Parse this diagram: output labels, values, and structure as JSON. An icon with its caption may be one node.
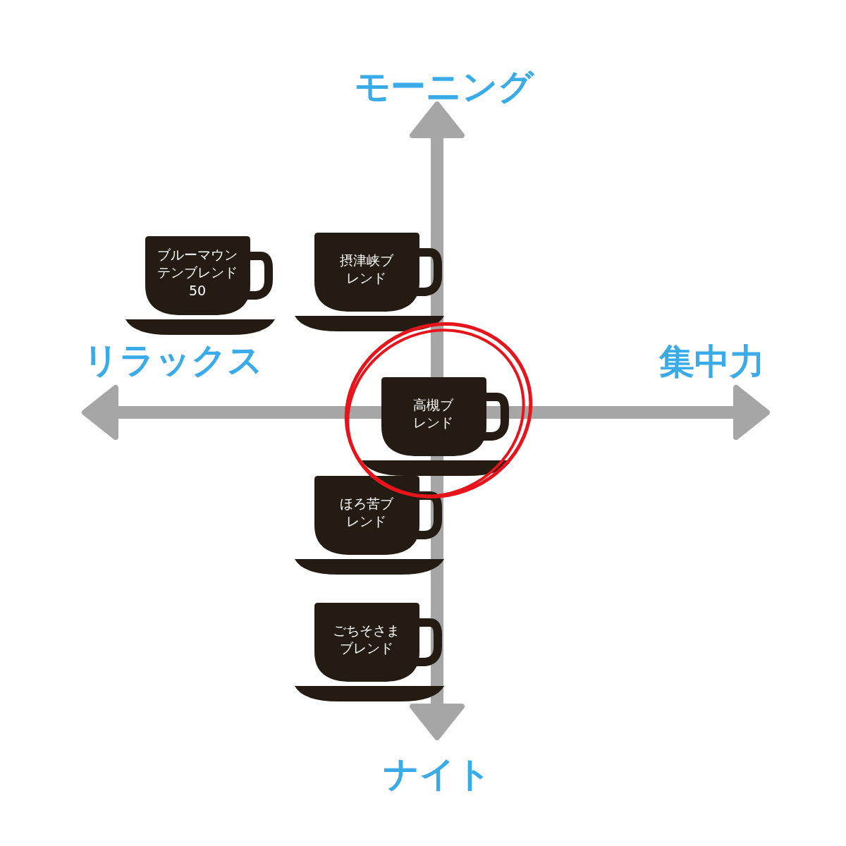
{
  "diagram": {
    "nodes": [
      {
        "text": [
          "ブルーマウンテンブレンド50"
        ]
      },
      {
        "text": [
          "摂津峡ブレンド"
        ]
      },
      {
        "text": [
          "高槻ブレンド"
        ]
      },
      {
        "text": [
          "ほろ苦ブレンド"
        ]
      },
      {
        "text": [
          "ごちそさまブレンド"
        ]
      }
    ],
    "edges": [],
    "labels": [
      "モーニング",
      "リラックス",
      "集中力",
      "ナイト"
    ]
  }
}
